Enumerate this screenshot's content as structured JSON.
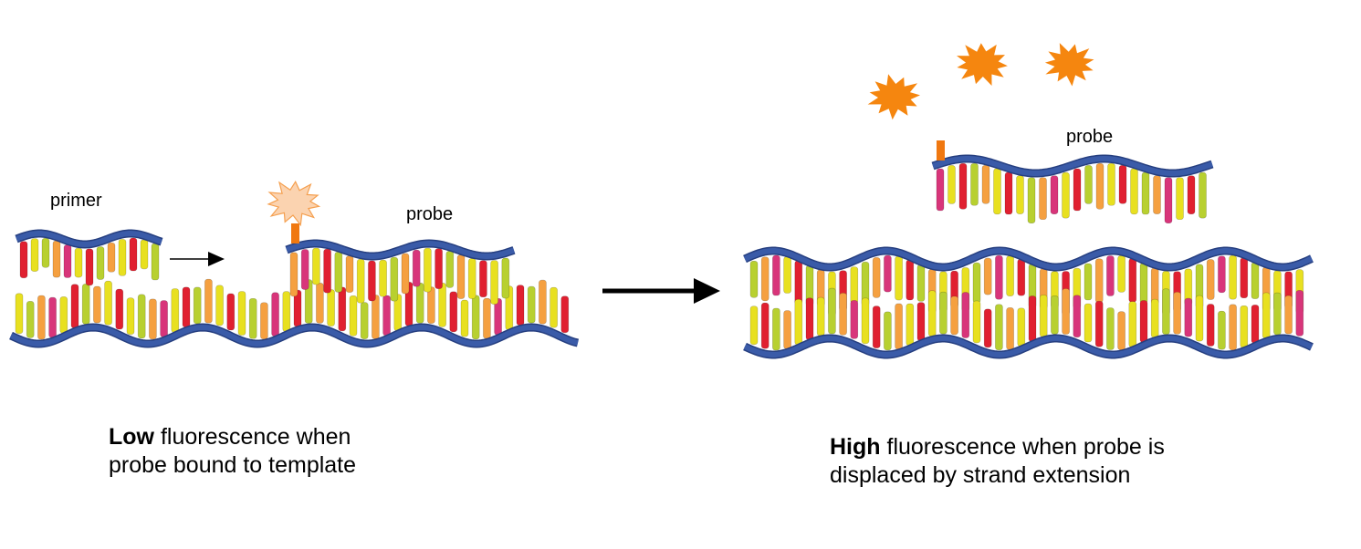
{
  "labels": {
    "primer": "primer",
    "probe_left": "probe",
    "probe_right": "probe"
  },
  "captions": {
    "left": {
      "bold": "Low",
      "line1_rest": " fluorescence when",
      "line2": "probe bound to template"
    },
    "right": {
      "bold": "High",
      "line1_rest": " fluorescence when probe is",
      "line2": "displaced by strand extension"
    }
  },
  "colors": {
    "backbone": "#3a5ba8",
    "backbone_dark": "#263f80",
    "base_red": "#e02030",
    "base_pink": "#d8357a",
    "base_orange": "#f5a040",
    "base_yellow": "#e8e020",
    "base_green": "#b8d030",
    "fluor_bright": "#f5860f",
    "fluor_quenched": "#fbd3b0",
    "fluor_quenched_stroke": "#f5a050",
    "quencher_bar": "#f07810",
    "arrow": "#000000"
  }
}
